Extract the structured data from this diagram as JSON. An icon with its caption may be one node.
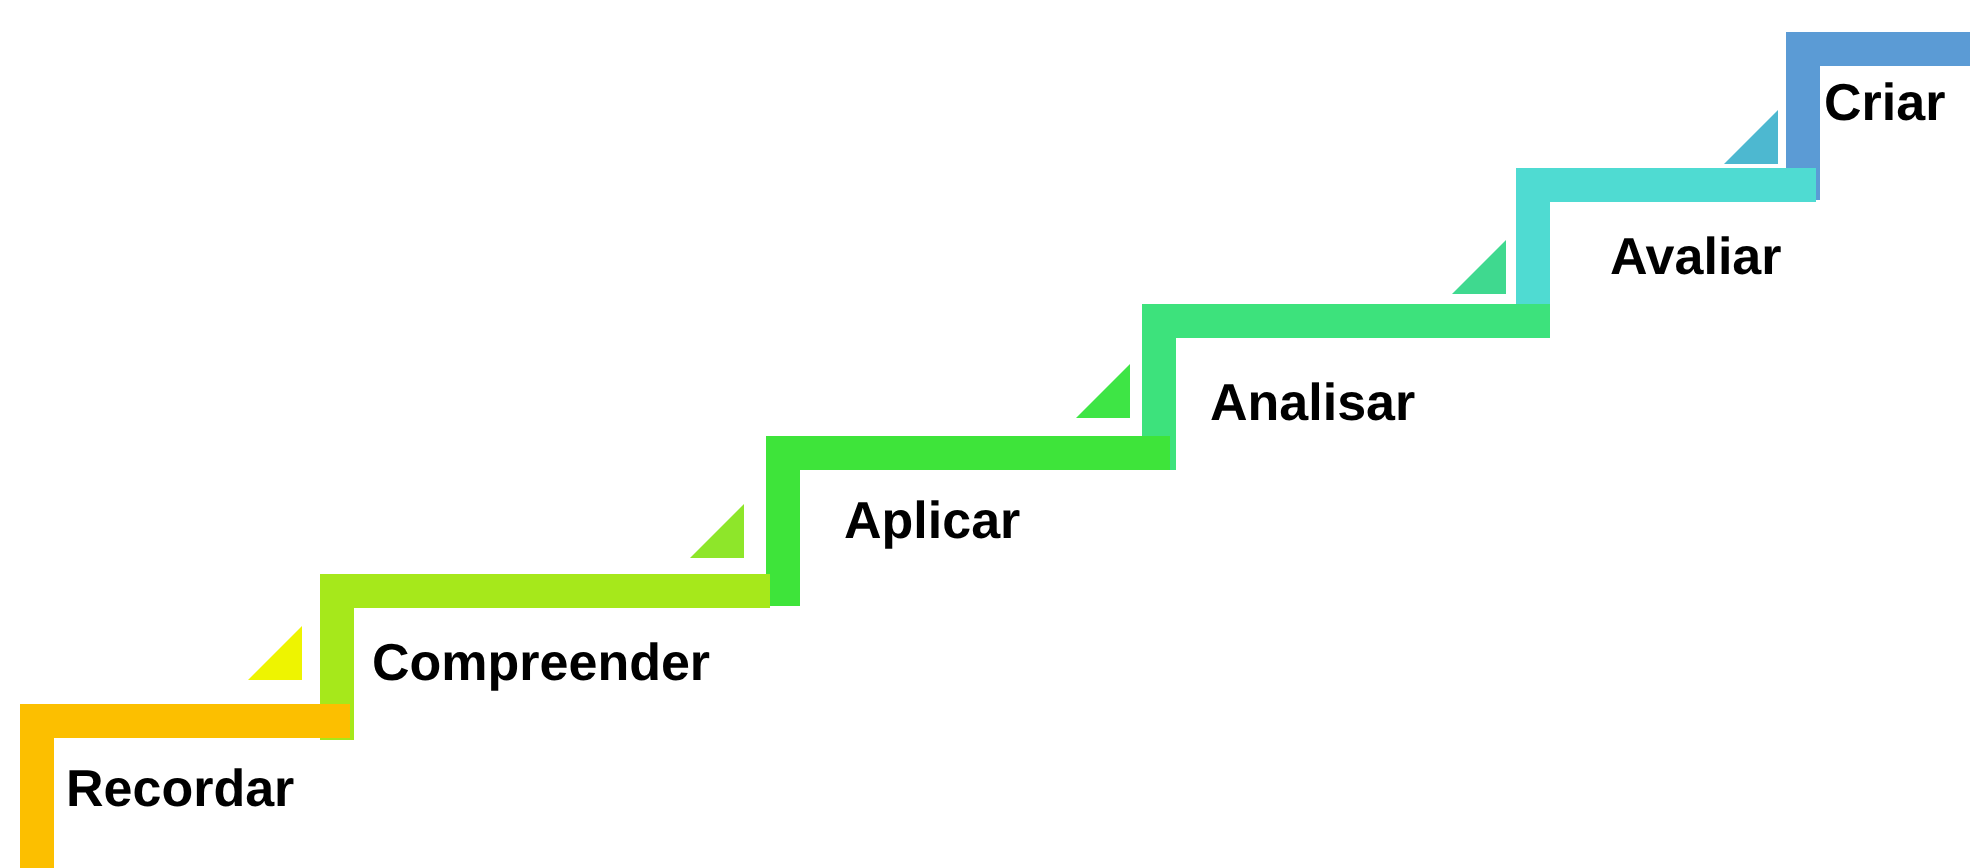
{
  "diagram": {
    "nodes": [
      {
        "text": [
          "Recordar"
        ]
      },
      {
        "text": [
          "Compreender"
        ]
      },
      {
        "text": [
          "Aplicar"
        ]
      },
      {
        "text": [
          "Analisar"
        ]
      },
      {
        "text": [
          "Avaliar"
        ]
      },
      {
        "text": [
          "Criar"
        ]
      }
    ]
  }
}
